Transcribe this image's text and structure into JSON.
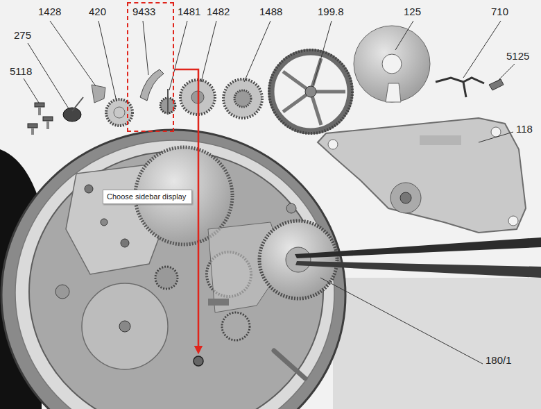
{
  "diagram": {
    "nodes": [
      {
        "text": [
          "9433"
        ]
      },
      {
        "text": [
          "Choose sidebar display"
        ]
      }
    ],
    "labels": [
      "5118",
      "275",
      "1428",
      "420",
      "1481",
      "1482",
      "1488",
      "199.8",
      "125",
      "710",
      "5125",
      "118",
      "180/1"
    ]
  }
}
